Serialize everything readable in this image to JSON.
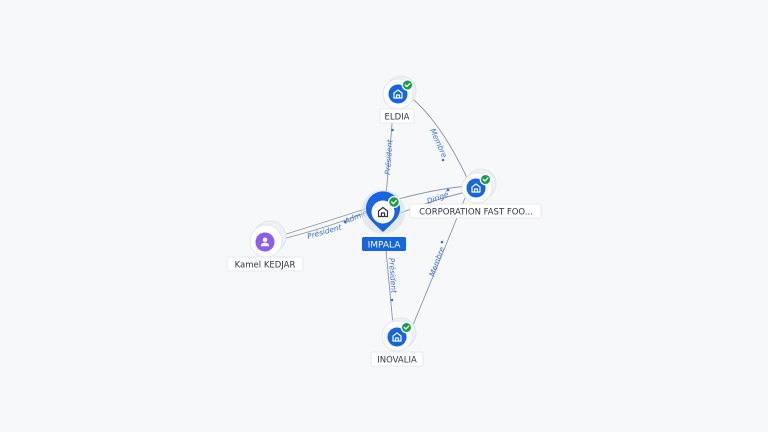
{
  "nodes": {
    "impala": {
      "label": "IMPALA",
      "icon": "building-icon",
      "verified": true,
      "focus": true
    },
    "eldia": {
      "label": "ELDIA",
      "icon": "building-icon",
      "verified": true
    },
    "corporation": {
      "label": "CORPORATION FAST FOO...",
      "icon": "building-icon",
      "verified": true
    },
    "inovalia": {
      "label": "INOVALIA",
      "icon": "building-icon",
      "verified": true
    },
    "kamel": {
      "label": "Kamel KEDJAR",
      "icon": "person-icon"
    }
  },
  "edges": {
    "impala_eldia": {
      "label": "Président"
    },
    "eldia_corporation": {
      "label": "Membre"
    },
    "impala_corporation": {
      "label": "Dirigé"
    },
    "corporation_inovalia": {
      "label": "Membre"
    },
    "impala_inovalia": {
      "label": "Président"
    },
    "kamel_impala_president": {
      "label": "Président"
    },
    "kamel_impala_admin": {
      "label": "Admin"
    }
  },
  "colors": {
    "company": "#1565e8",
    "person": "#8b5cf6",
    "verified": "#14a04a",
    "edge_label": "#3b6fe0"
  }
}
